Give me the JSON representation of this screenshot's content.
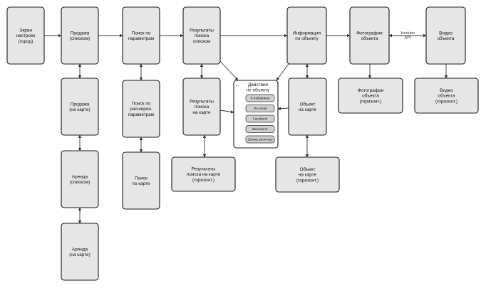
{
  "nodes": {
    "settings": {
      "lines": [
        "Экран",
        "настроек",
        "(город)"
      ]
    },
    "sale_list": {
      "lines": [
        "Продажа",
        "(списком)"
      ]
    },
    "sale_map": {
      "lines": [
        "Продажа",
        "(на карте)"
      ]
    },
    "rent_list": {
      "lines": [
        "Аренда",
        "(списком)"
      ]
    },
    "rent_map": {
      "lines": [
        "Аренда",
        "(на карте)"
      ]
    },
    "search_params": {
      "lines": [
        "Поиск по",
        "параметрам"
      ]
    },
    "search_ext": {
      "lines": [
        "Поиск по",
        "расширен.",
        "параметрам"
      ]
    },
    "search_map": {
      "lines": [
        "Поиск",
        "по карте"
      ]
    },
    "results_list": {
      "lines": [
        "Результаты",
        "поиска",
        "списком"
      ]
    },
    "results_map": {
      "lines": [
        "Результаты",
        "поиска",
        "на карте"
      ]
    },
    "results_map_h": {
      "lines": [
        "Результаты",
        "поиска на карте",
        "(горизонт.)"
      ]
    },
    "actions": {
      "lines": [
        "Действия",
        "по объекту"
      ]
    },
    "object_info": {
      "lines": [
        "Информация",
        "по объекту"
      ]
    },
    "object_map": {
      "lines": [
        "Объект",
        "на карте"
      ]
    },
    "object_map_h": {
      "lines": [
        "Объект",
        "на карте",
        "(горизонт.)"
      ]
    },
    "photos": {
      "lines": [
        "Фотографии",
        "объекта"
      ]
    },
    "photos_h": {
      "lines": [
        "Фотографии",
        "объекта",
        "(горизонт.)"
      ]
    },
    "video": {
      "lines": [
        "Видео",
        "объекта"
      ]
    },
    "video_h": {
      "lines": [
        "Видео",
        "объекта",
        "(горизонт.)"
      ]
    }
  },
  "action_buttons": [
    "В избранное",
    "По email",
    "Facebook",
    "Вконтакте",
    "Звонку риэлтору"
  ],
  "edge_labels": {
    "youtube_api": [
      "Youtube",
      "API"
    ]
  }
}
